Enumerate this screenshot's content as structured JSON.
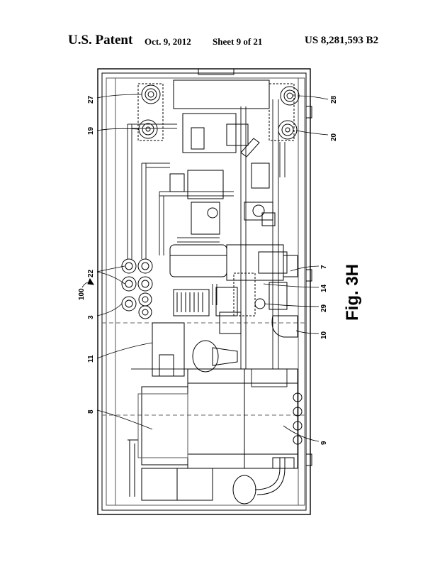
{
  "header": {
    "patent": "U.S. Patent",
    "date": "Oct. 9, 2012",
    "sheet": "Sheet 9 of 21",
    "number": "US 8,281,593 B2"
  },
  "figure": {
    "caption": "Fig. 3H",
    "labels": {
      "l27": "27",
      "l19": "19",
      "l28": "28",
      "l20": "20",
      "l22": "22",
      "l100": "100",
      "l3": "3",
      "l14": "14",
      "l7": "7",
      "l29": "29",
      "l11": "11",
      "l10": "10",
      "l8": "8",
      "l9": "9"
    }
  }
}
